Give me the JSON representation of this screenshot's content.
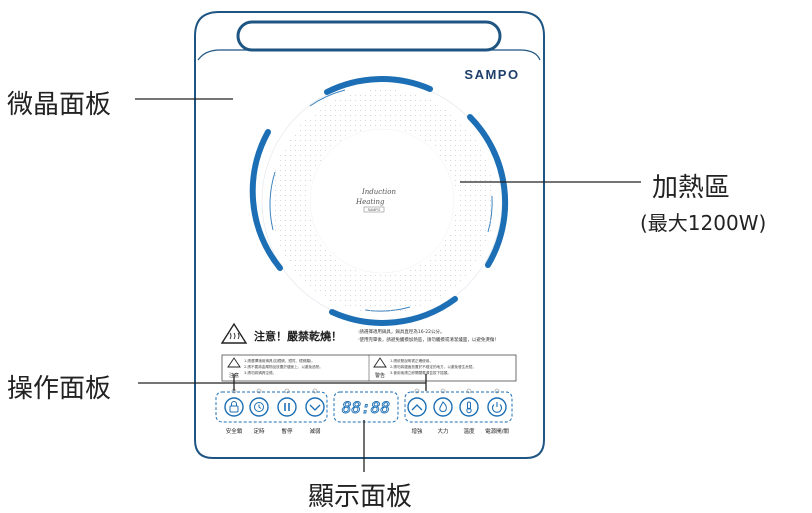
{
  "brand": "SAMPO",
  "callouts": {
    "glass_panel": "微晶面板",
    "heating_zone": "加熱區",
    "heating_zone_note": "(最大1200W)",
    "operation_panel": "操作面板",
    "display_panel": "顯示面板"
  },
  "center_logo": {
    "line1": "Induction",
    "line2": "Heating",
    "line3": "SAMPO"
  },
  "warning": {
    "title": "注意！嚴禁乾燒！",
    "line1": "‧請選擇適用鍋具，鍋具直徑為16-22公分。",
    "line2": "‧使用完畢後，請避免觸摸加熱區，請勿觸摸或清潔爐面，以避免燙傷！",
    "note_left_label": "注意",
    "note_left_lines": [
      "1.請選擇適用鍋具(如鐵鍋、鐵質、鐵鍋類)。",
      "2.請不要將金屬物品放置於爐面上，以避免過熱。",
      "3.請勿將鍋具空燒。"
    ],
    "note_right_label": "警告",
    "note_right_lines": [
      "1.請依照說明書正確使用。",
      "2.請勿將爐面放置於不穩定的地方，以避免發生危險。",
      "3.使用後請立即關閉電源並拔下插頭。"
    ]
  },
  "display": {
    "readout": "88:88"
  },
  "buttons": [
    {
      "label": "安全鎖",
      "icon": "lock-icon"
    },
    {
      "label": "定時",
      "icon": "clock-icon"
    },
    {
      "label": "暫停",
      "icon": "pause-icon"
    },
    {
      "label": "減弱",
      "icon": "chevron-down-icon"
    },
    {
      "label": "增強",
      "icon": "chevron-up-icon"
    },
    {
      "label": "大力",
      "icon": "flame-icon"
    },
    {
      "label": "溫度",
      "icon": "thermometer-icon"
    },
    {
      "label": "電源開/關",
      "icon": "power-icon"
    }
  ],
  "colors": {
    "outline": "#1f5582",
    "ring": "#1c6fb4",
    "text": "#222222"
  }
}
